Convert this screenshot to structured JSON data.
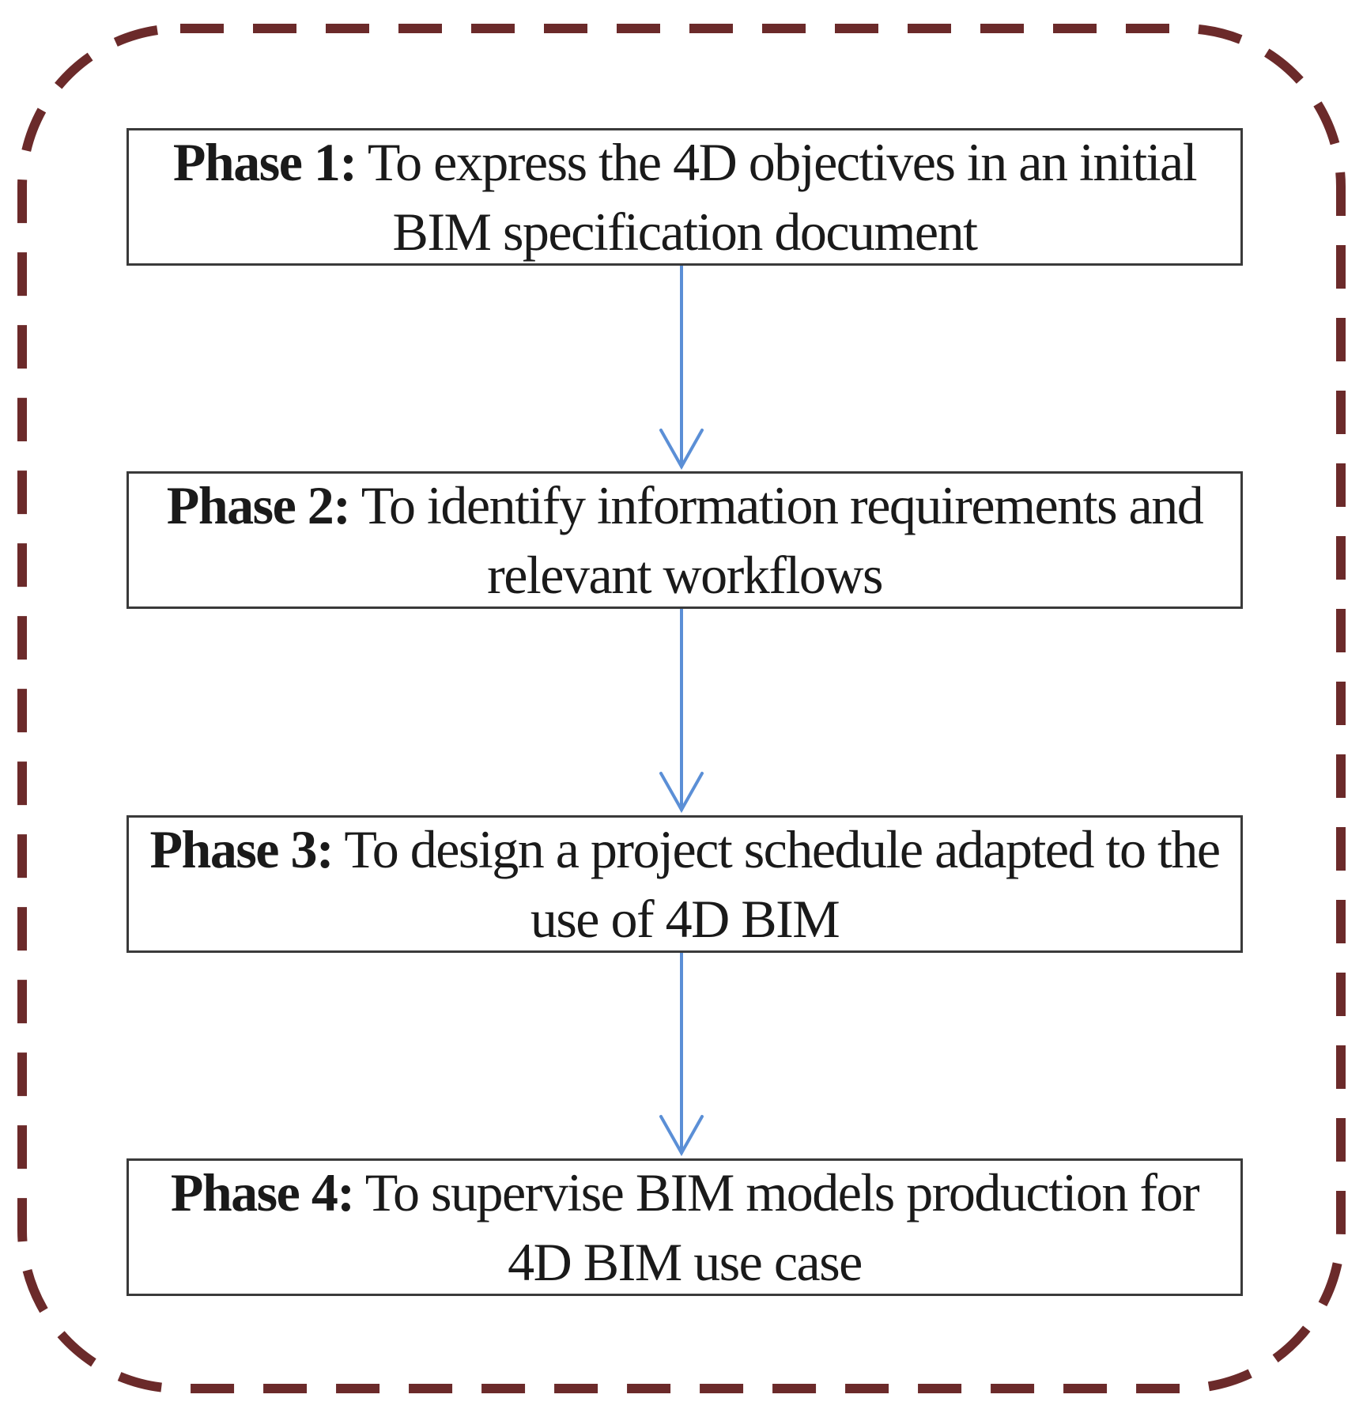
{
  "colors": {
    "border_dashed": "#6b2a2a",
    "box_border": "#3a3a3a",
    "arrow": "#5b8fd6",
    "text": "#1a1a1a"
  },
  "phases": [
    {
      "label": "Phase 1:",
      "text": "To express the 4D objectives in an initial BIM specification document"
    },
    {
      "label": "Phase 2:",
      "text": "To identify information requirements and relevant workflows"
    },
    {
      "label": "Phase 3:",
      "text": "To design a project schedule adapted to the use of 4D BIM"
    },
    {
      "label": "Phase 4:",
      "text": "To supervise BIM models production for 4D BIM use case"
    }
  ]
}
